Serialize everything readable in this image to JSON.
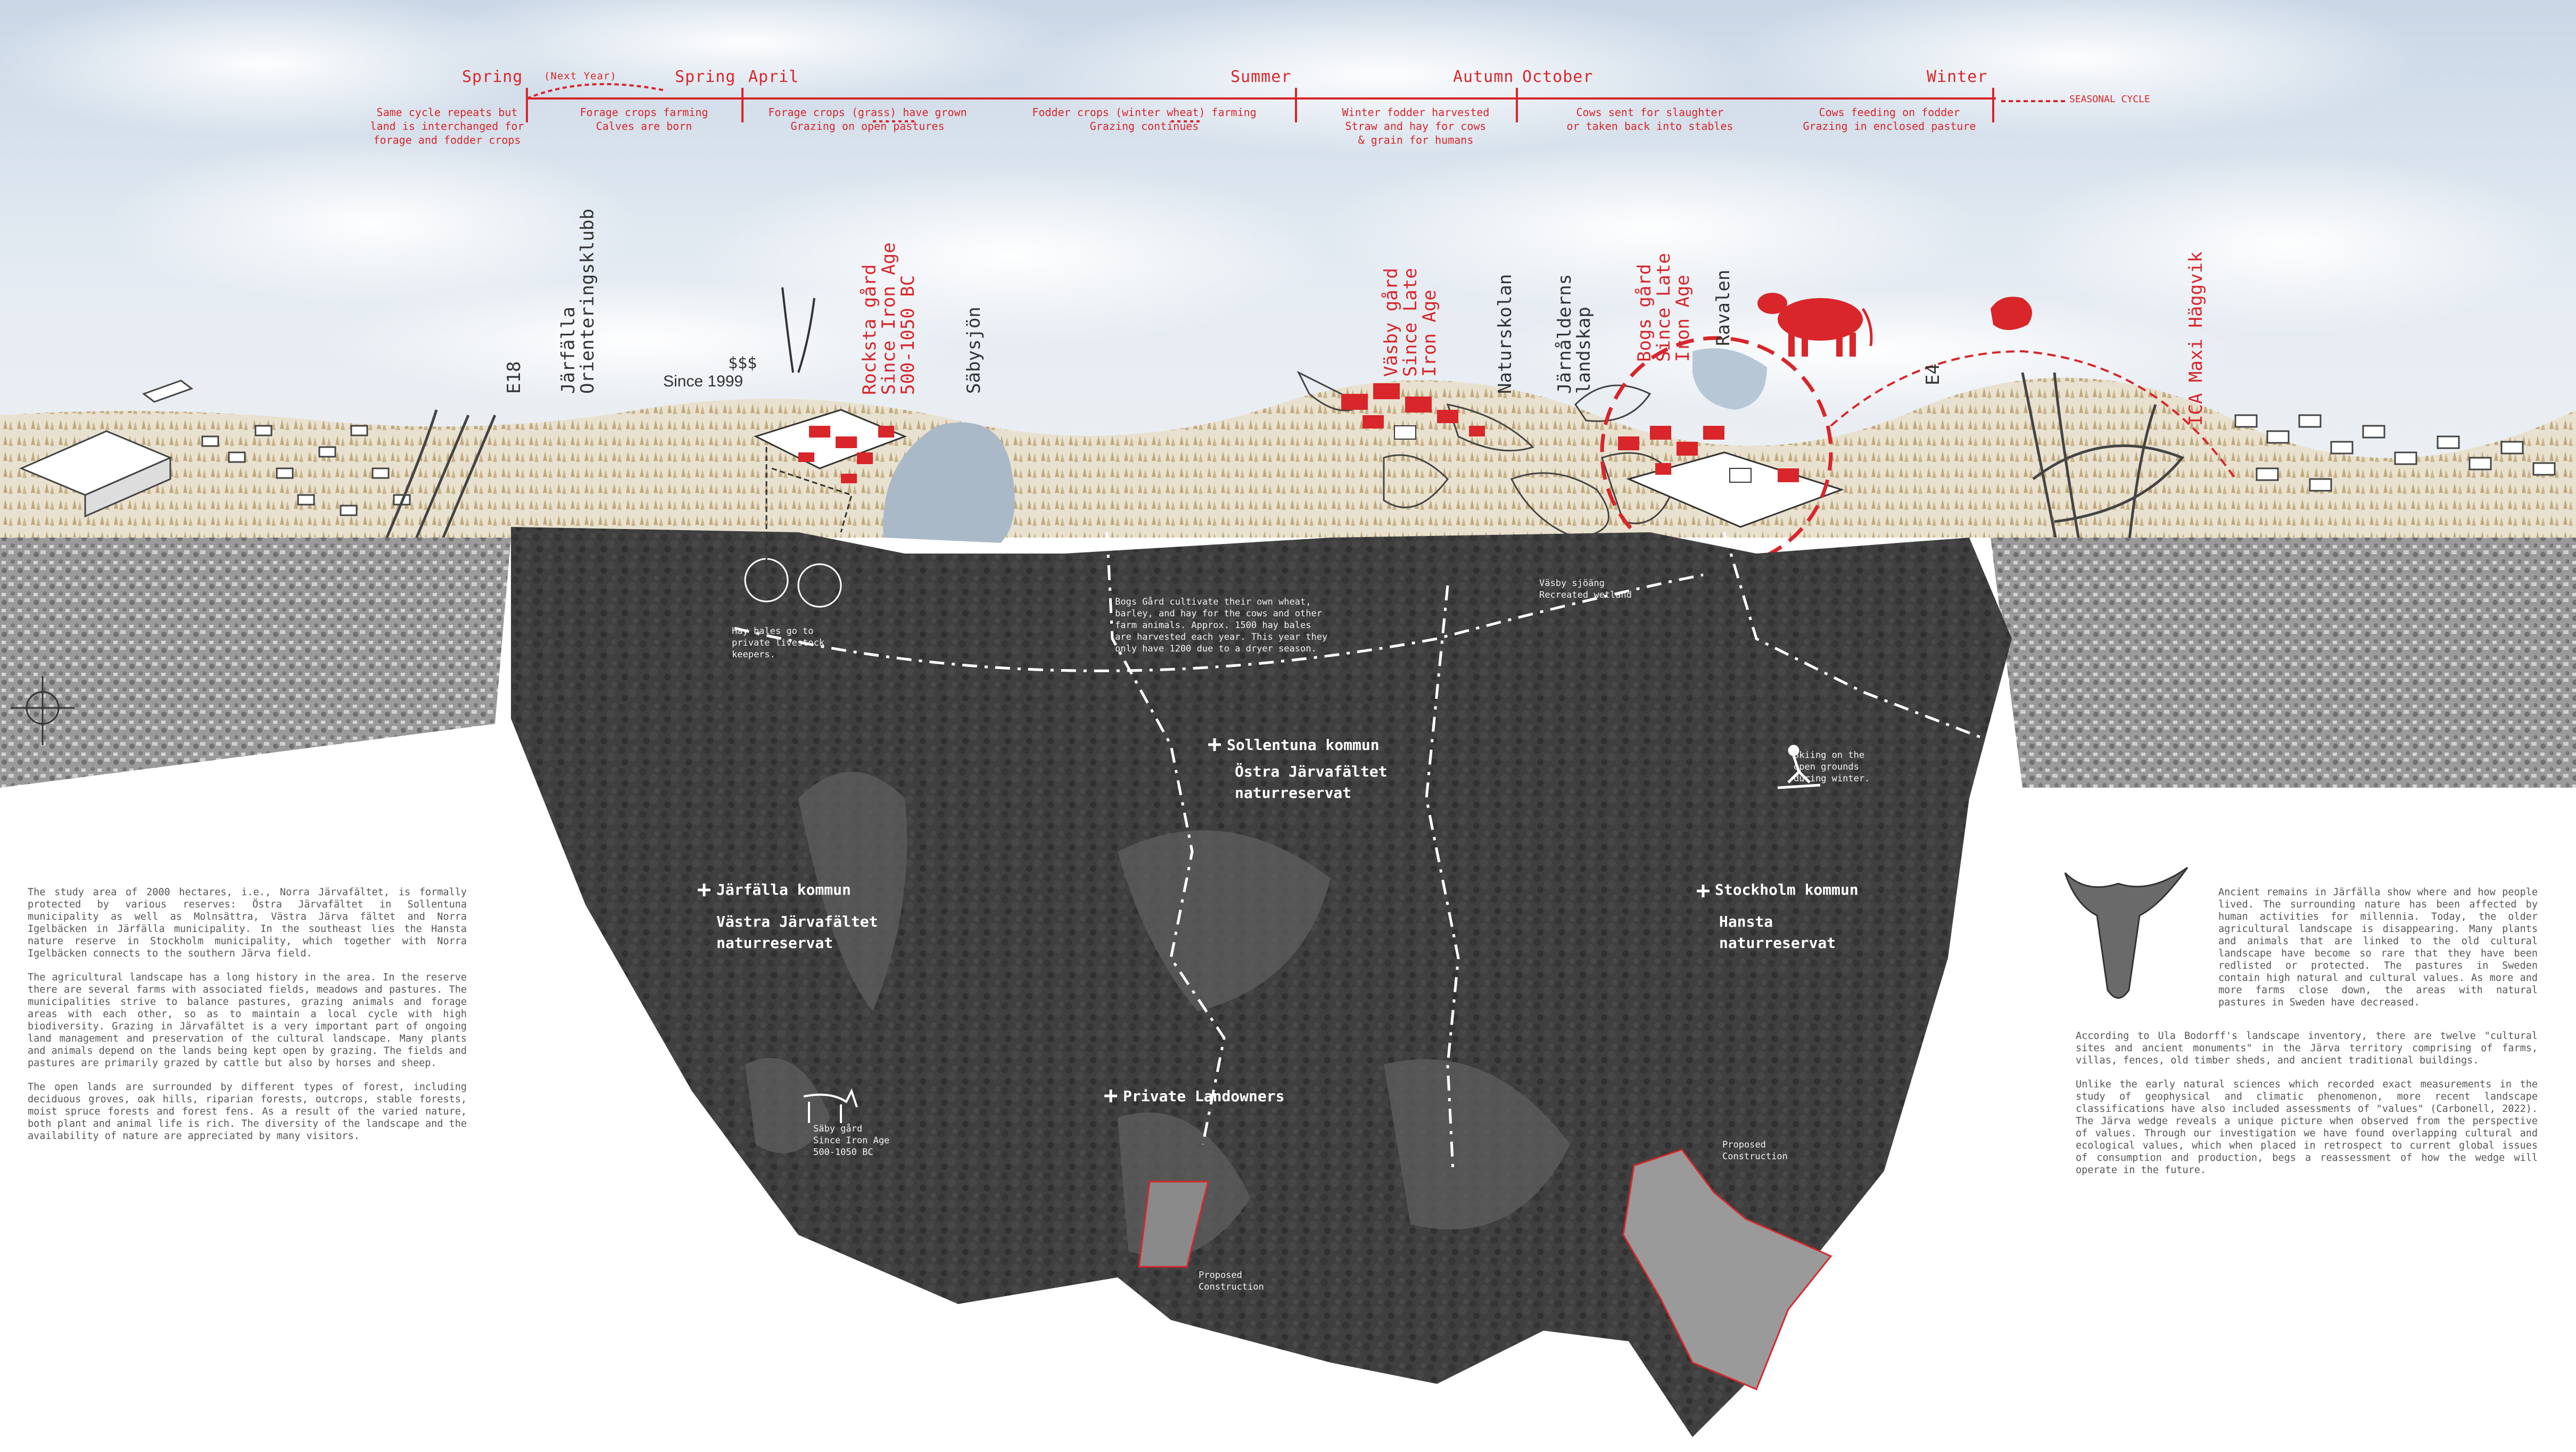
{
  "seasons": [
    {
      "id": "spring1",
      "label": "Spring"
    },
    {
      "id": "nextyear",
      "label": "(Next Year)"
    },
    {
      "id": "spring2",
      "label": "Spring"
    },
    {
      "id": "april",
      "label": "April"
    },
    {
      "id": "summer",
      "label": "Summer"
    },
    {
      "id": "autumn",
      "label": "Autumn"
    },
    {
      "id": "october",
      "label": "October"
    },
    {
      "id": "winter",
      "label": "Winter"
    }
  ],
  "cycle_notes": [
    "Same cycle repeats but\nland is interchanged for\nforage and fodder crops",
    "Forage crops farming\nCalves are born",
    "Forage crops (grass) have grown\nGrazing on open pastures",
    "Fodder crops (winter wheat) farming\nGrazing continues",
    "Winter fodder harvested\nStraw and hay for cows\n& grain for humans",
    "Cows sent for slaughter\nor taken back into stables",
    "Cows feeding on fodder\nGrazing in enclosed pasture"
  ],
  "seasonal_cycle_label": "SEASONAL CYCLE",
  "place_labels": {
    "e18": "E18",
    "jarfalla_ok": "Järfälla\nOrienteringsklubb",
    "since1999": "Since 1999",
    "dollars": "$$$",
    "rocksta": "Rocksta gård\nSince Iron Age\n500-1050 BC",
    "sabysjon": "Säbysjön",
    "vasby": "Väsby gård\nSince Late\nIron Age",
    "naturskolan": "Naturskolan",
    "jarnalderns": "Järnålderns\nlandskap",
    "bogs": "Bogs gård\nSince Late\nIron Age",
    "ravalen": "Ravalen",
    "e4": "E4",
    "ica": "ICA Maxi Häggvik"
  },
  "map_labels": {
    "hay_bales": "Hay bales go to\nprivate livestock\nkeepers.",
    "bogs_note": "Bogs Gård cultivate their own wheat,\nbarley, and hay for the cows and other\nfarm animals. Approx. 1500 hay bales\nare harvested each year. This year they\nonly have 1200 due to a dryer season.",
    "vasby_sjoang": "Väsby sjöäng\nRecreated wetland",
    "sollentuna": "Sollentuna kommun",
    "ostra": "Östra Järvafältet\nnaturreservat",
    "skiing": "Skiing on the\nopen grounds\nduring winter.",
    "jarfalla_kommun": "Järfälla kommun",
    "vastra": "Västra Järvafältet\nnaturreservat",
    "stockholm": "Stockholm kommun",
    "hansta": "Hansta\nnaturreservat",
    "private": "Private Landowners",
    "saby": "Säby gård\nSince Iron Age\n500-1050 BC",
    "proposed1": "Proposed\nConstruction",
    "proposed2": "Proposed\nConstruction"
  },
  "left_text": [
    "The study area of 2000 hectares, i.e., Norra Järvafältet, is formally protected by various reserves: Östra Järvafältet in Sollentuna municipality as well as Molnsättra, Västra Järva fältet and Norra Igelbäcken in Järfälla municipality. In the southeast lies the Hansta nature reserve in Stockholm municipality, which together with Norra Igelbäcken connects to the southern Järva field.",
    "The agricultural landscape has a long history in the area. In the reserve there are several farms with associated fields, meadows and pastures. The municipalities strive to balance pastures, grazing animals and forage areas with each other, so as to maintain a local cycle with high biodiversity. Grazing in Järvafältet is a very important part of ongoing land management and preservation of the cultural landscape. Many plants and animals depend on the lands being kept open by grazing. The fields and pastures are primarily grazed by cattle but also by horses and sheep.",
    "The open lands are surrounded by different types of forest, including deciduous groves, oak hills, riparian forests, outcrops, stable forests, moist spruce forests and forest fens. As a result of the varied nature, both plant and animal life is rich. The diversity of the landscape and the availability of nature are appreciated by many visitors."
  ],
  "right_text": [
    "Ancient remains in Järfälla show where and how people lived. The surrounding nature has been affected by human activities for millennia. Today, the older agricultural landscape is disappearing. Many plants and animals that are linked to the old cultural landscape have become so rare that they have been redlisted or protected. The pastures in Sweden contain high natural and cultural values. As more and more farms close down, the areas with natural pastures in Sweden have decreased.",
    "According to Ula Bodorff's landscape inventory, there are twelve \"cultural sites and ancient monuments\" in the Järva territory comprising of farms, villas, fences, old timber sheds, and ancient traditional buildings.",
    "Unlike the early natural sciences which recorded exact measurements in the study of geophysical and climatic phenomenon, more recent landscape classifications have also included assessments of \"values\" (Carbonell, 2022). The Järva wedge reveals a unique picture when observed from the perspective of values. Through our investigation we have found overlapping cultural and ecological values, which when placed in retrospect to current global issues of consumption and production, begs a reassessment of how the wedge will operate in the future."
  ],
  "colors": {
    "accent_red": "#d8262a",
    "map_dark": "#3d3d3d",
    "sky": "#dde6ee",
    "forest": "#c9b58c"
  }
}
